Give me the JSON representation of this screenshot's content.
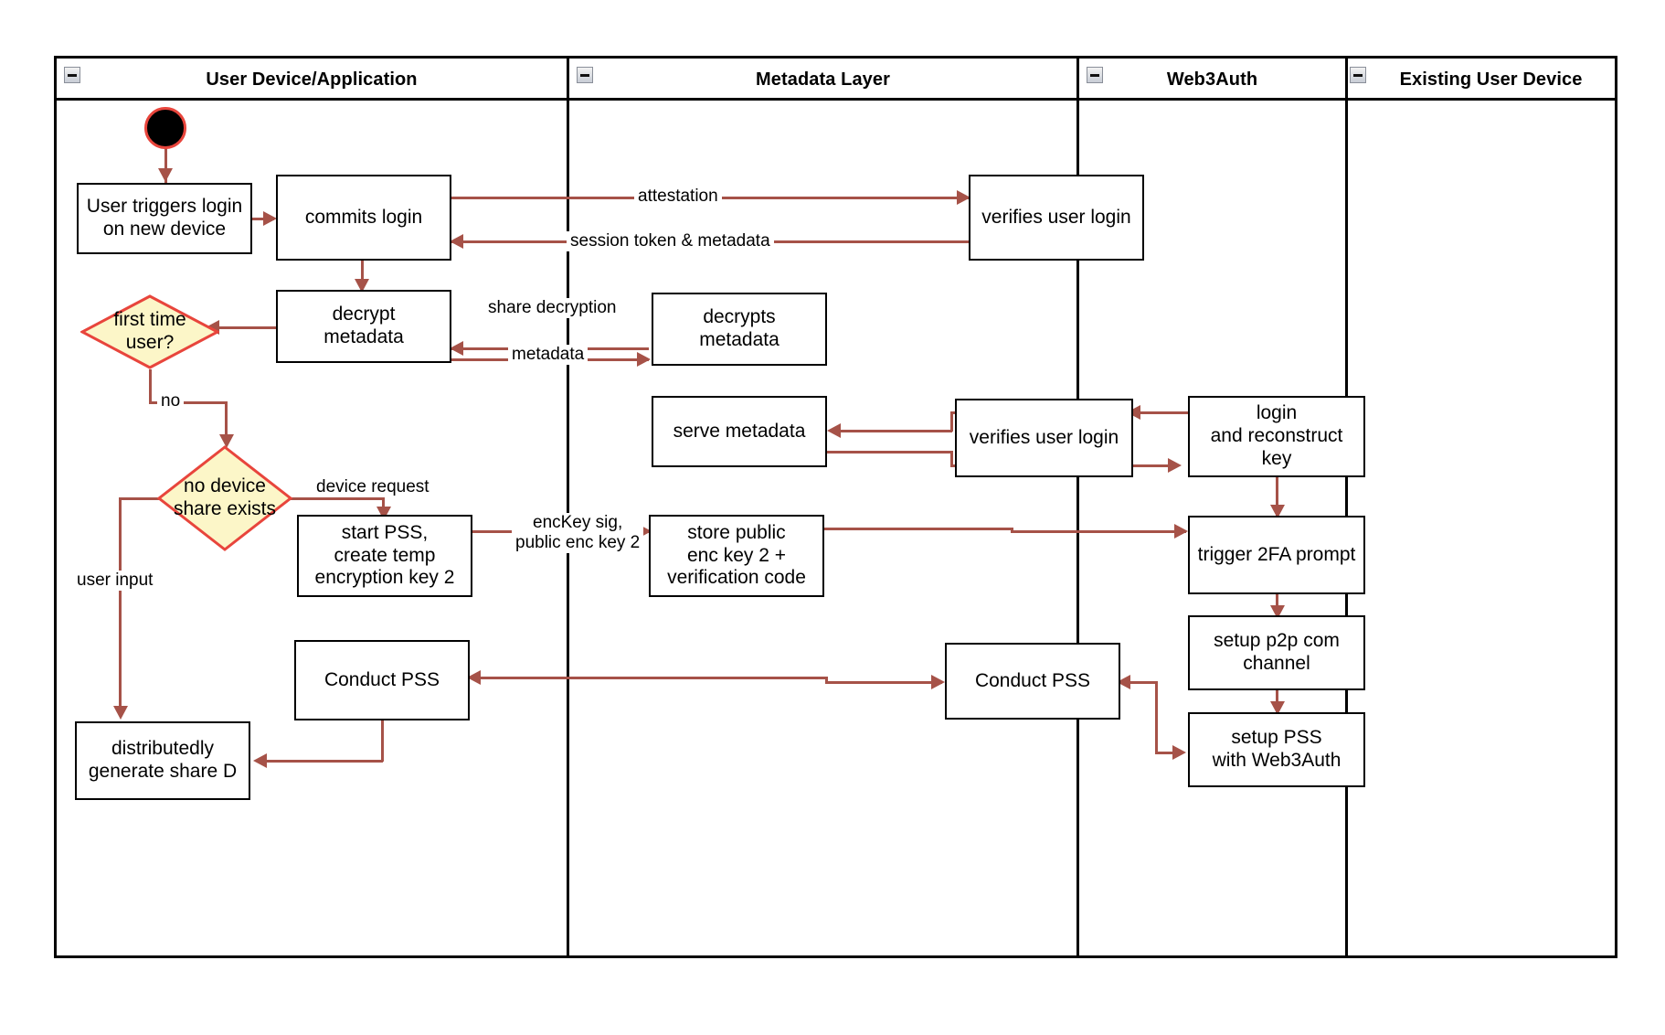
{
  "diagram": {
    "title": "Web3Auth new-device login / PSS activity diagram",
    "type": "swimlane-activity",
    "colors": {
      "edge": "#a65248",
      "decision_fill": "#fcf6c8",
      "decision_border": "#e8453c",
      "node_border": "#000000",
      "start_node_fill": "#000000",
      "start_node_border": "#e8453c",
      "lane_border": "#000000",
      "background": "#ffffff"
    }
  },
  "lanes": [
    {
      "id": "user-device-application",
      "label": "User Device/Application",
      "collapse_icon": "minus-collapse-icon"
    },
    {
      "id": "metadata-layer",
      "label": "Metadata Layer",
      "collapse_icon": "minus-collapse-icon"
    },
    {
      "id": "web3auth",
      "label": "Web3Auth",
      "collapse_icon": "minus-collapse-icon"
    },
    {
      "id": "existing-user-device",
      "label": "Existing User Device",
      "collapse_icon": "minus-collapse-icon"
    }
  ],
  "nodes": [
    {
      "id": "start",
      "lane": "user-device-application",
      "shape": "start",
      "label": ""
    },
    {
      "id": "user-triggers-login",
      "lane": "user-device-application",
      "shape": "activity",
      "label": "User triggers login\non new device"
    },
    {
      "id": "commits-login",
      "lane": "user-device-application",
      "shape": "activity",
      "label": "commits login"
    },
    {
      "id": "decrypt-metadata",
      "lane": "user-device-application",
      "shape": "activity",
      "label": "decrypt\nmetadata"
    },
    {
      "id": "first-time-user",
      "lane": "user-device-application",
      "shape": "decision",
      "label": "first time\nuser?"
    },
    {
      "id": "no-device-share",
      "lane": "user-device-application",
      "shape": "decision",
      "label": "no device\nshare exists"
    },
    {
      "id": "start-pss",
      "lane": "user-device-application",
      "shape": "activity",
      "label": "start PSS,\ncreate temp\nencryption key 2"
    },
    {
      "id": "conduct-pss-user",
      "lane": "user-device-application",
      "shape": "activity",
      "label": "Conduct PSS"
    },
    {
      "id": "generate-share-d",
      "lane": "user-device-application",
      "shape": "activity",
      "label": "distributedly\ngenerate share D"
    },
    {
      "id": "decrypts-metadata",
      "lane": "metadata-layer",
      "shape": "activity",
      "label": "decrypts\nmetadata"
    },
    {
      "id": "serve-metadata",
      "lane": "metadata-layer",
      "shape": "activity",
      "label": "serve metadata"
    },
    {
      "id": "store-public-enc-key",
      "lane": "metadata-layer",
      "shape": "activity",
      "label": "store public\nenc key 2 +\nverification code"
    },
    {
      "id": "verifies-user-login-1",
      "lane": "web3auth",
      "shape": "activity",
      "label": "verifies user login"
    },
    {
      "id": "verifies-user-login-2",
      "lane": "web3auth",
      "shape": "activity",
      "label": "verifies user login"
    },
    {
      "id": "conduct-pss-web3auth",
      "lane": "web3auth",
      "shape": "activity",
      "label": "Conduct PSS"
    },
    {
      "id": "login-reconstruct-key",
      "lane": "existing-user-device",
      "shape": "activity",
      "label": "login\nand reconstruct key"
    },
    {
      "id": "trigger-2fa-prompt",
      "lane": "existing-user-device",
      "shape": "activity",
      "label": "trigger 2FA prompt"
    },
    {
      "id": "setup-p2p-channel",
      "lane": "existing-user-device",
      "shape": "activity",
      "label": "setup p2p com\nchannel"
    },
    {
      "id": "setup-pss-web3auth",
      "lane": "existing-user-device",
      "shape": "activity",
      "label": "setup PSS\nwith Web3Auth"
    }
  ],
  "node_labels": {
    "user_triggers_login_l1": "User triggers login",
    "user_triggers_login_l2": "on new device",
    "commits_login": "commits login",
    "decrypt_metadata_l1": "decrypt",
    "decrypt_metadata_l2": "metadata",
    "first_time_user_l1": "first time",
    "first_time_user_l2": "user?",
    "no_device_share_l1": "no device",
    "no_device_share_l2": "share exists",
    "start_pss_l1": "start PSS,",
    "start_pss_l2": "create temp",
    "start_pss_l3": "encryption key 2",
    "conduct_pss_user": "Conduct PSS",
    "generate_share_d_l1": "distributedly",
    "generate_share_d_l2": "generate share D",
    "decrypts_metadata_l1": "decrypts",
    "decrypts_metadata_l2": "metadata",
    "serve_metadata": "serve metadata",
    "store_public_enc_key_l1": "store public",
    "store_public_enc_key_l2": "enc key 2 +",
    "store_public_enc_key_l3": "verification code",
    "verifies_user_login_1": "verifies user login",
    "verifies_user_login_2": "verifies user login",
    "conduct_pss_web3auth": "Conduct PSS",
    "login_reconstruct_key_l1": "login",
    "login_reconstruct_key_l2": "and reconstruct key",
    "trigger_2fa_prompt": "trigger 2FA prompt",
    "setup_p2p_channel_l1": "setup p2p com",
    "setup_p2p_channel_l2": "channel",
    "setup_pss_web3auth_l1": "setup PSS",
    "setup_pss_web3auth_l2": "with Web3Auth"
  },
  "edges": [
    {
      "id": "start-to-trigger",
      "from": "start",
      "to": "user-triggers-login",
      "label": ""
    },
    {
      "id": "trigger-to-commits",
      "from": "user-triggers-login",
      "to": "commits-login",
      "label": ""
    },
    {
      "id": "commits-to-verifies",
      "from": "commits-login",
      "to": "verifies-user-login-1",
      "label": "attestation"
    },
    {
      "id": "verifies-to-commits",
      "from": "verifies-user-login-1",
      "to": "commits-login",
      "label": "session token & metadata"
    },
    {
      "id": "commits-to-decrypt",
      "from": "commits-login",
      "to": "decrypt-metadata",
      "label": ""
    },
    {
      "id": "decrypt-to-decrypts",
      "from": "decrypt-metadata",
      "to": "decrypts-metadata",
      "label": "share decryption"
    },
    {
      "id": "decrypts-to-decrypt",
      "from": "decrypts-metadata",
      "to": "decrypt-metadata",
      "label": "metadata"
    },
    {
      "id": "decrypt-to-firsttime",
      "from": "decrypt-metadata",
      "to": "first-time-user",
      "label": ""
    },
    {
      "id": "firsttime-to-nodevice",
      "from": "first-time-user",
      "to": "no-device-share",
      "label": "no"
    },
    {
      "id": "nodevice-to-startpss",
      "from": "no-device-share",
      "to": "start-pss",
      "label": "device request"
    },
    {
      "id": "nodevice-to-shared",
      "from": "no-device-share",
      "to": "generate-share-d",
      "label": "user input"
    },
    {
      "id": "startpss-to-store",
      "from": "start-pss",
      "to": "store-public-enc-key",
      "label": "encKey sig,\npublic enc key 2"
    },
    {
      "id": "store-to-2fa",
      "from": "store-public-enc-key",
      "to": "trigger-2fa-prompt",
      "label": ""
    },
    {
      "id": "existing-to-verifies2",
      "from": "login-reconstruct-key",
      "to": "verifies-user-login-2",
      "label": ""
    },
    {
      "id": "verifies2-to-serve",
      "from": "verifies-user-login-2",
      "to": "serve-metadata",
      "label": ""
    },
    {
      "id": "serve-to-verifies2",
      "from": "serve-metadata",
      "to": "verifies-user-login-2",
      "label": ""
    },
    {
      "id": "verifies2-to-existing",
      "from": "verifies-user-login-2",
      "to": "login-reconstruct-key",
      "label": ""
    },
    {
      "id": "existing-to-2fa",
      "from": "login-reconstruct-key",
      "to": "trigger-2fa-prompt",
      "label": ""
    },
    {
      "id": "2fa-to-p2p",
      "from": "trigger-2fa-prompt",
      "to": "setup-p2p-channel",
      "label": ""
    },
    {
      "id": "p2p-to-setuppss",
      "from": "setup-p2p-channel",
      "to": "setup-pss-web3auth",
      "label": ""
    },
    {
      "id": "setuppss-to-pssweb3",
      "from": "setup-pss-web3auth",
      "to": "conduct-pss-web3auth",
      "label": ""
    },
    {
      "id": "pssweb3-to-pssuser",
      "from": "conduct-pss-web3auth",
      "to": "conduct-pss-user",
      "label": ""
    },
    {
      "id": "pssuser-to-shared",
      "from": "conduct-pss-user",
      "to": "generate-share-d",
      "label": ""
    }
  ],
  "edge_labels": {
    "attestation": "attestation",
    "session_token_metadata": "session token & metadata",
    "share_decryption": "share decryption",
    "metadata": "metadata",
    "no": "no",
    "device_request": "device request",
    "user_input": "user input",
    "enckey_sig_l1": "encKey sig,",
    "enckey_sig_l2": "public enc key 2"
  }
}
